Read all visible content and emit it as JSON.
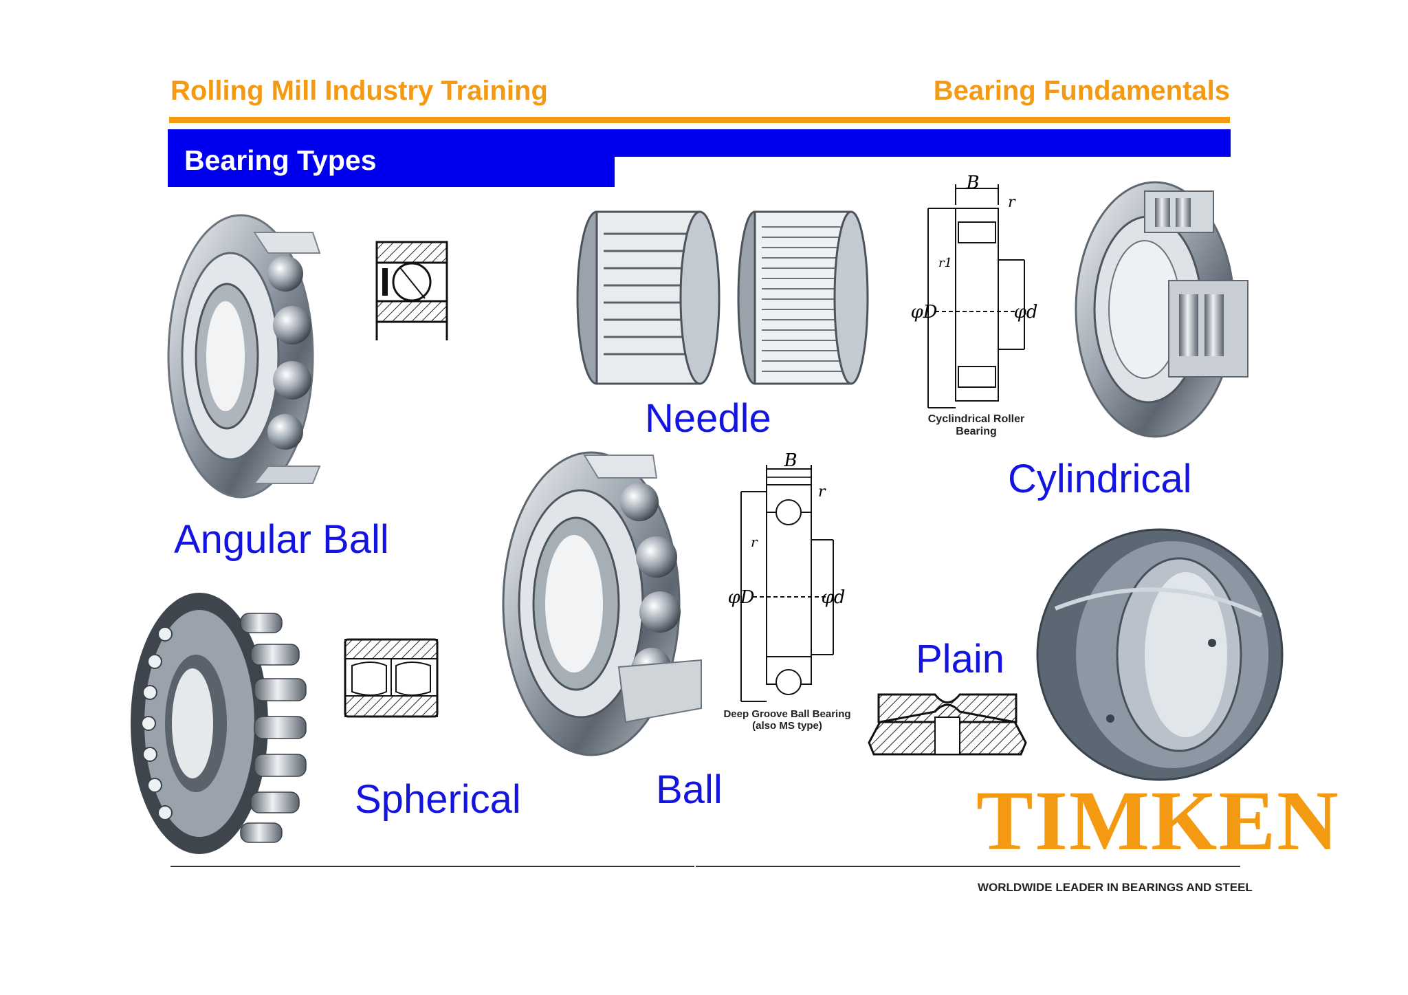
{
  "header": {
    "left_title": "Rolling Mill Industry Training",
    "right_title": "Bearing Fundamentals",
    "accent_color": "#f39a12",
    "banner_color": "#0000ee"
  },
  "section": {
    "title": "Bearing Types"
  },
  "labels": {
    "angular_ball": "Angular Ball",
    "needle": "Needle",
    "cylindrical": "Cylindrical",
    "spherical": "Spherical",
    "ball": "Ball",
    "plain": "Plain"
  },
  "diagrams": {
    "cylindrical": {
      "caption_line1": "Cyclindrical Roller",
      "caption_line2": "Bearing",
      "dim_b": "B",
      "dim_r": "r",
      "dim_r1": "r1",
      "dim_outer": "φD",
      "dim_inner": "φd"
    },
    "deep_groove": {
      "caption_line1": "Deep Groove Ball Bearing",
      "caption_line2": "(also MS type)",
      "dim_b": "B",
      "dim_r": "r",
      "dim_r_side": "r",
      "dim_outer": "φD",
      "dim_inner": "φd"
    }
  },
  "footer": {
    "brand": "TIMKEN",
    "tagline": "WORLDWIDE LEADER IN BEARINGS AND STEEL"
  },
  "icons": [
    "angular-ball-bearing-photo",
    "angular-ball-cross-section-icon",
    "needle-bearing-photo",
    "cylindrical-roller-diagram",
    "cylindrical-bearing-photo",
    "spherical-bearing-photo",
    "spherical-cross-section-icon",
    "ball-bearing-photo",
    "deep-groove-diagram",
    "plain-cross-section-icon",
    "plain-bearing-photo"
  ]
}
